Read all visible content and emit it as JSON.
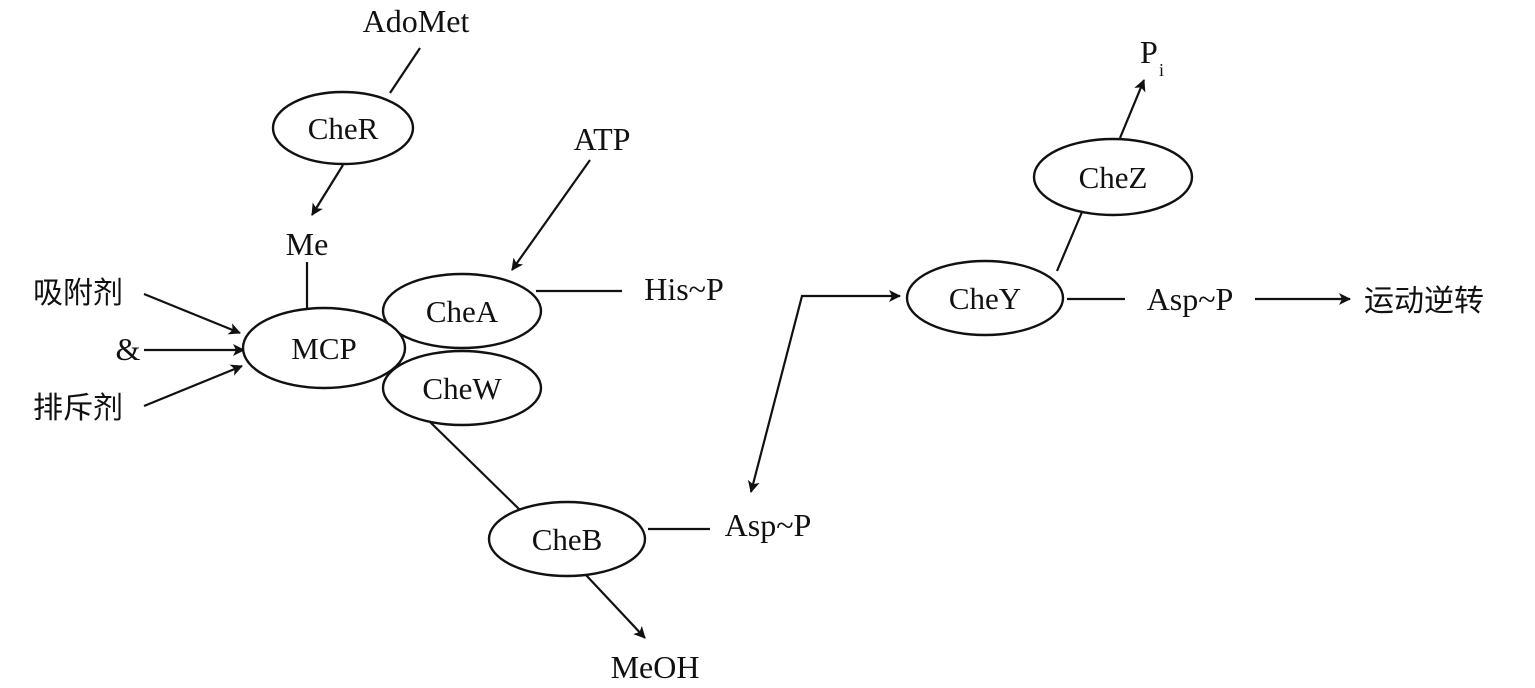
{
  "nodes": {
    "cher": "CheR",
    "chea": "CheA",
    "mcp": "MCP",
    "chew": "CheW",
    "cheb": "CheB",
    "chey": "CheY",
    "chez": "CheZ"
  },
  "labels": {
    "adomet": "AdoMet",
    "me": "Me",
    "atp": "ATP",
    "his_p": "His~P",
    "attractant": "吸附剂",
    "ampersand": "&",
    "repellent": "排斥剂",
    "asp_p_cheb": "Asp~P",
    "meoh": "MeOH",
    "asp_p_chey": "Asp~P",
    "motion_reversal": "运动逆转",
    "pi_main": "P",
    "pi_sub": "i"
  },
  "colors": {
    "line": "#111111",
    "text": "#111111",
    "background": "#ffffff"
  }
}
